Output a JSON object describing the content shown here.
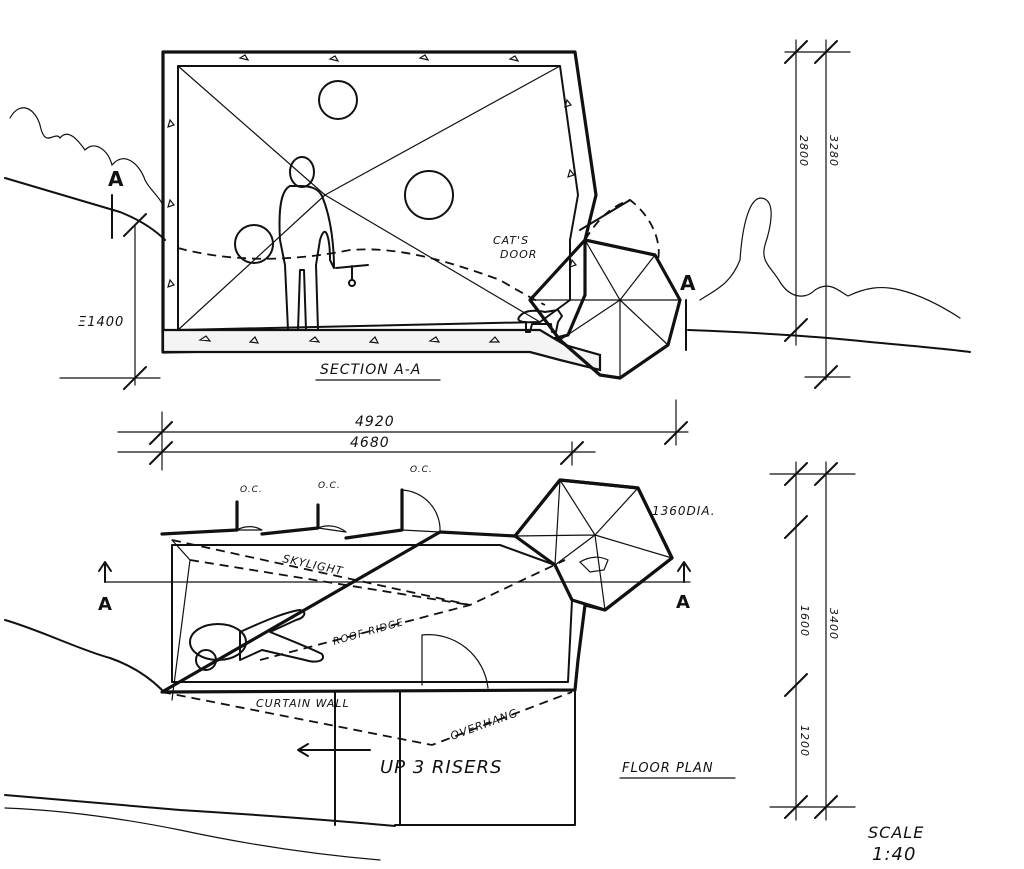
{
  "section": {
    "title": "SECTION A-A",
    "cut_marker_left": "A",
    "cut_marker_right": "A",
    "floor_level": "Ξ1400",
    "cats_door_line1": "CAT'S",
    "cats_door_line2": "DOOR",
    "height_inner": "2800",
    "height_outer": "3280"
  },
  "plan": {
    "title": "FLOOR PLAN",
    "dim_overall": "4920",
    "dim_inner": "4680",
    "oc_label": "O.C.",
    "dome_diameter": "1360DIA.",
    "skylight": "SKYLIGHT",
    "roof_ridge": "ROOF RIDGE",
    "curtain_wall": "CURTAIN WALL",
    "overhang": "OVERHANG",
    "stairs": "UP 3 RISERS",
    "cut_marker_left": "A",
    "cut_marker_right": "A",
    "dim_total_vertical": "3400",
    "dim_upper": "1600",
    "dim_lower": "1200"
  },
  "scale": {
    "label": "SCALE",
    "value": "1:40"
  }
}
